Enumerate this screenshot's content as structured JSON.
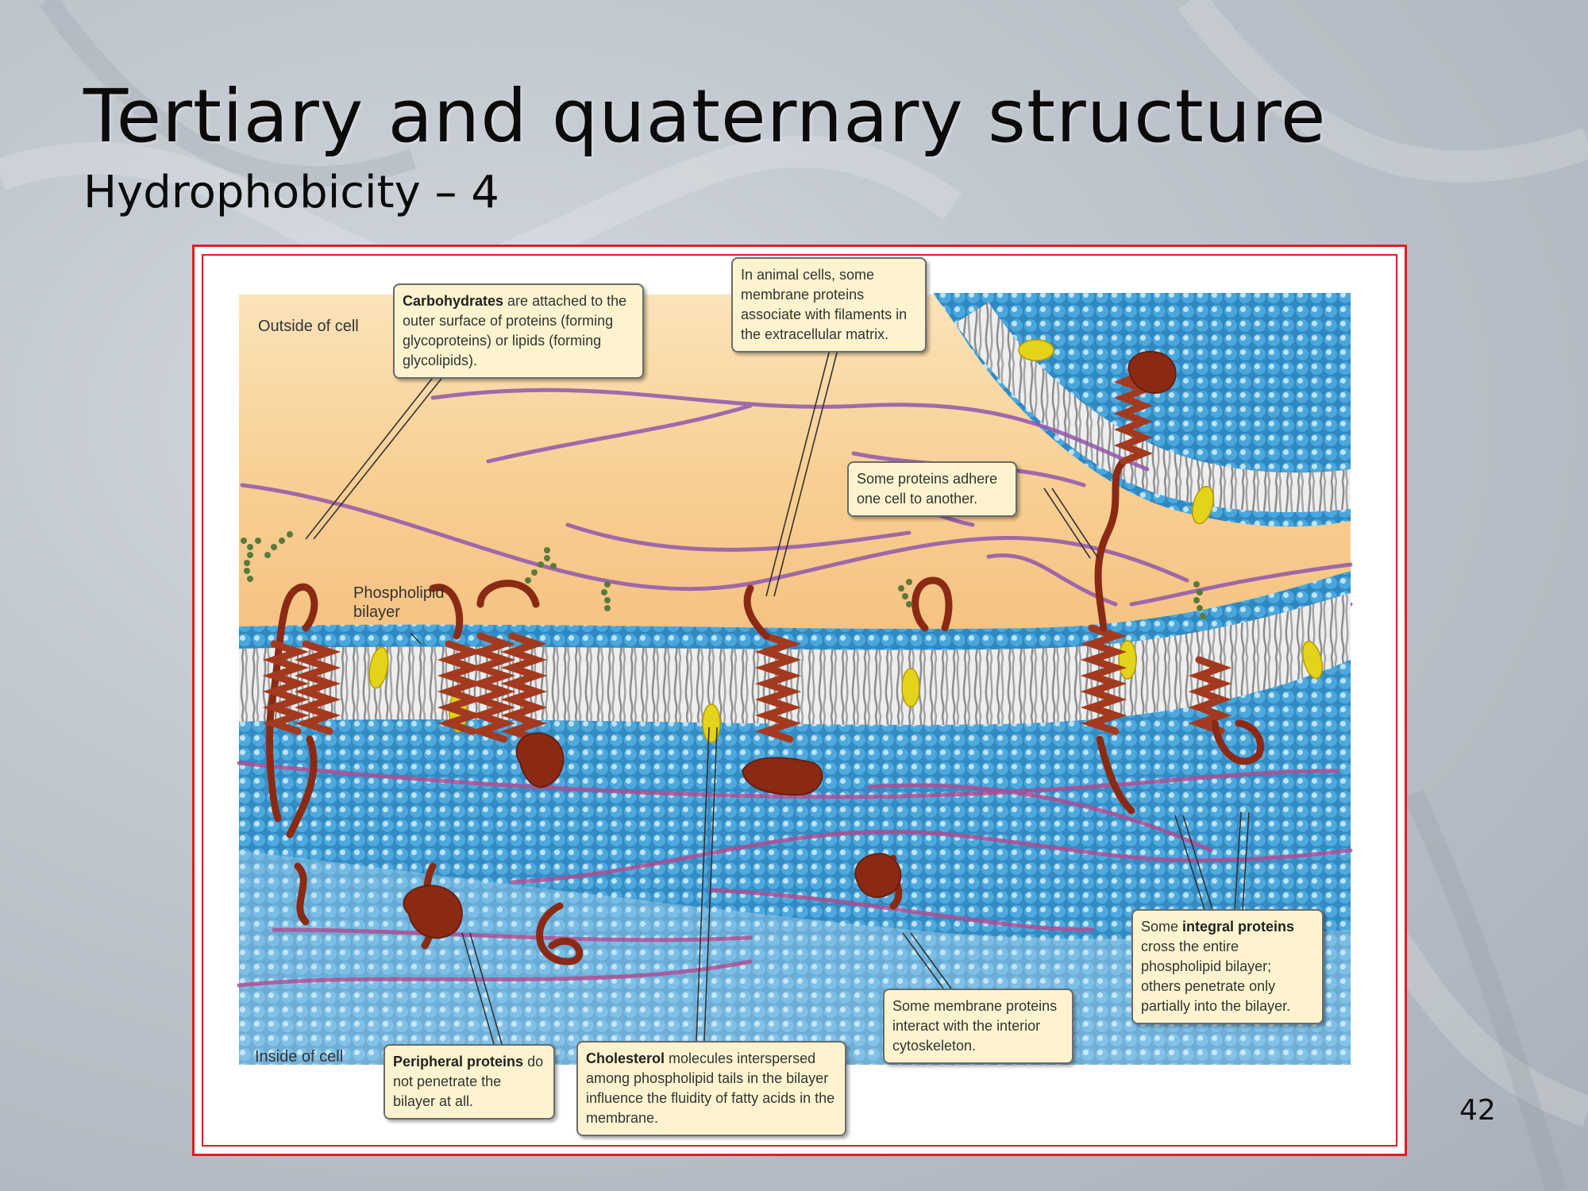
{
  "slide": {
    "title": "Tertiary and quaternary structure",
    "subtitle": "Hydrophobicity – 4",
    "page_number": "42"
  },
  "figure": {
    "outside_label": "Outside of cell",
    "inside_label": "Inside of cell",
    "bilayer_label": "Phospholipid bilayer",
    "callouts": {
      "carbohydrates": {
        "bold": "Carbohydrates",
        "text": " are attached to the outer surface of proteins (forming glycoproteins) or lipids (forming glycolipids)."
      },
      "filaments": {
        "text": "In animal cells, some membrane proteins associate with filaments in the extracellular matrix."
      },
      "adhere": {
        "text": "Some proteins adhere one cell to another."
      },
      "integral": {
        "pre": "Some ",
        "bold": "integral proteins",
        "text": " cross the entire phospholipid bilayer; others penetrate only partially into the bilayer."
      },
      "cytoskeleton": {
        "text": "Some membrane proteins interact with the interior cytoskeleton."
      },
      "cholesterol": {
        "bold": "Cholesterol",
        "text": " molecules interspersed among phospholipid tails in the bilayer influence the fluidity of fatty acids in the membrane."
      },
      "peripheral": {
        "bold": "Peripheral proteins",
        "text": " do not penetrate the bilayer at all."
      }
    }
  },
  "colors": {
    "frame_border": "#e01e24",
    "extracellular": "#f7c98a",
    "cytoplasm": "#cfe6f5",
    "lipid_head": "#3b98cf",
    "protein": "#8b2a14",
    "cholesterol": "#e5d21a",
    "filament": "#8e4fa8",
    "callout_bg": "#fdf4cf"
  }
}
